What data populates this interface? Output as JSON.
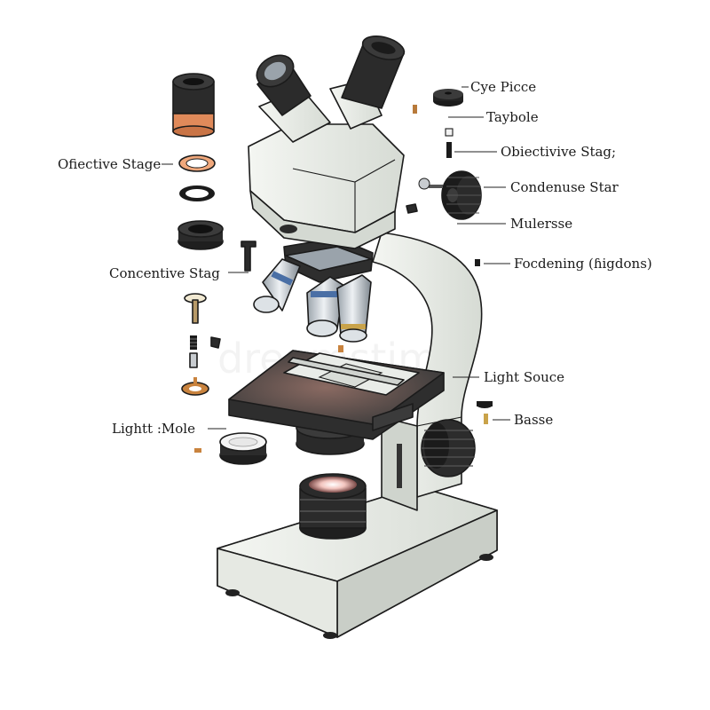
{
  "labels": {
    "eyepiece": "Cye Picce",
    "taybole": "Taybole",
    "objective_stag_right": "Obiectivive Stag;",
    "condenser_star": "Condenuse Star",
    "mulersse": "Mulersse",
    "focusing": "Focdening (ɦigdons)",
    "light_source": "Light Souce",
    "base": "Basse",
    "objective_stage_left": "Ofiective Stage",
    "concentive_stag": "Concentive Stag",
    "light_module": "Lightt :Mole"
  },
  "watermark": "dreamstime",
  "colors": {
    "body": "#ecefe9",
    "body_shade": "#d4d9d2",
    "stage": "#3b3b3b",
    "stage_top": "#4a4240",
    "lens_metal": "#c7cdd3",
    "blue_band": "#4a6fa5",
    "gold_band": "#c9a34a",
    "copper": "#e08a5a",
    "lamp_glow": "#f3c6c0"
  }
}
